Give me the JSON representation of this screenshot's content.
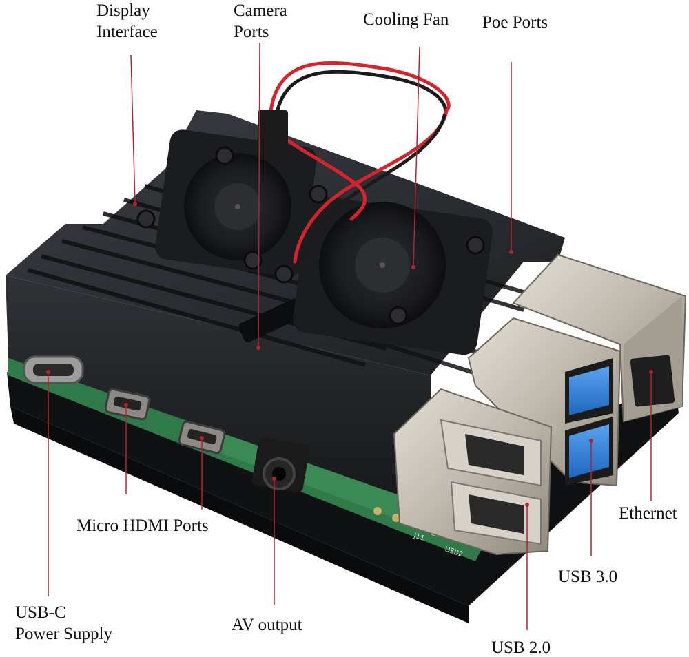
{
  "labels": {
    "display_interface": "Display\nInterface",
    "camera_ports": "Camera\nPorts",
    "cooling_fan": "Cooling Fan",
    "poe_ports": "Poe Ports",
    "ethernet": "Ethernet",
    "usb_3": "USB 3.0",
    "usb_2": "USB 2.0",
    "av_output": "AV output",
    "micro_hdmi": "Micro HDMI Ports",
    "usb_c_power": "USB-C\nPower Supply"
  },
  "board_markings": {
    "usb2": "USB2",
    "j11": "J11"
  },
  "colors": {
    "leader_line": "#b3242b",
    "case": "#2a2c30",
    "metal": "#c8c2b8",
    "usb3_blue": "#2e7fd8",
    "pcb_green": "#2f7a48"
  }
}
